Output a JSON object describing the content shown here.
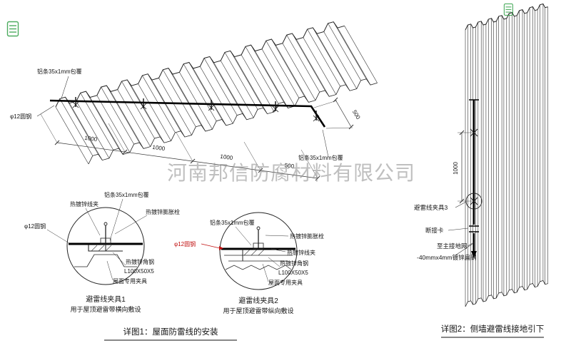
{
  "watermark": "河南邦信防腐材料有限公司",
  "roof": {
    "leader_top_label": "铝条35x1mm包覆",
    "leader_left_label": "φ12圆钢",
    "leader_bottom_label": "铝条35x1mm包覆",
    "dims": [
      "1000",
      "1000",
      "1000",
      "500",
      "500"
    ]
  },
  "detail1": {
    "title": "避雷线夹具1",
    "subtitle": "用于屋顶避雷带横向敷设",
    "labels": {
      "wire_clip": "热镀锌线夹",
      "alu_cover": "铝条35x1mm包覆",
      "expansion_bolt": "热镀锌膨胀栓",
      "round_steel": "φ12圆钢",
      "angle_steel": "热镀锌角钢",
      "angle_size": "L100X50X5",
      "roof_fixture": "屋面专用夹具"
    }
  },
  "detail2": {
    "title": "避雷线夹具2",
    "subtitle": "用于屋顶避雷带纵向敷设",
    "labels": {
      "wire_clip": "热镀锌线夹",
      "alu_cover": "铝条35x1mm包覆",
      "expansion_bolt": "热镀锌膨胀栓",
      "round_steel": "φ12圆钢",
      "angle_steel": "热镀锌角钢",
      "angle_size": "L100X50X5",
      "roof_fixture": "屋面专用夹具"
    }
  },
  "wall": {
    "dim": "1000",
    "labels": {
      "clamp3": "避雷线夹具3",
      "disconnect_card": "断接卡",
      "to_ground": "至主接地网",
      "flat_steel": "-40mmx4mm镀锌扁钢"
    }
  },
  "captions": {
    "detail1": "详图1：屋面防雷线的安装",
    "detail2": "详图2：侧墙避雷线接地引下"
  },
  "colors": {
    "line": "#1a1a1a",
    "highlight_red": "#c11212",
    "stamp_green": "#2f9e44",
    "watermark_gray": "#8c8c8c"
  }
}
